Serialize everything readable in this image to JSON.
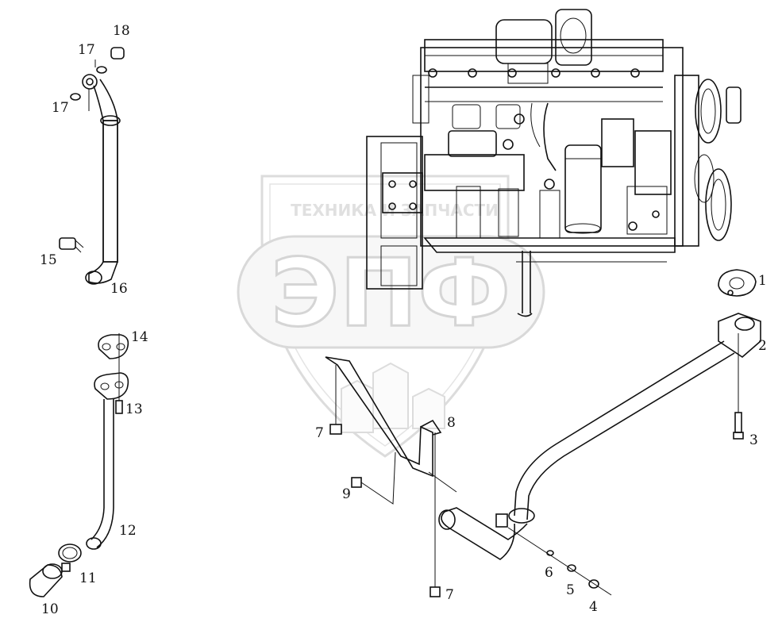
{
  "watermark": {
    "top_text": "ТЕХНИКА И ЗАПЧАСТИ",
    "big_text": "ЭПФ"
  },
  "callouts": [
    {
      "id": "c1",
      "text": "1"
    },
    {
      "id": "c2",
      "text": "2"
    },
    {
      "id": "c3",
      "text": "3"
    },
    {
      "id": "c4",
      "text": "4"
    },
    {
      "id": "c5",
      "text": "5"
    },
    {
      "id": "c6",
      "text": "6"
    },
    {
      "id": "c7a",
      "text": "7"
    },
    {
      "id": "c7b",
      "text": "7"
    },
    {
      "id": "c8",
      "text": "8"
    },
    {
      "id": "c9",
      "text": "9"
    },
    {
      "id": "c10",
      "text": "10"
    },
    {
      "id": "c11",
      "text": "11"
    },
    {
      "id": "c12",
      "text": "12"
    },
    {
      "id": "c13",
      "text": "13"
    },
    {
      "id": "c14",
      "text": "14"
    },
    {
      "id": "c15",
      "text": "15"
    },
    {
      "id": "c16",
      "text": "16"
    },
    {
      "id": "c17a",
      "text": "17"
    },
    {
      "id": "c17b",
      "text": "17"
    },
    {
      "id": "c18",
      "text": "18"
    }
  ]
}
